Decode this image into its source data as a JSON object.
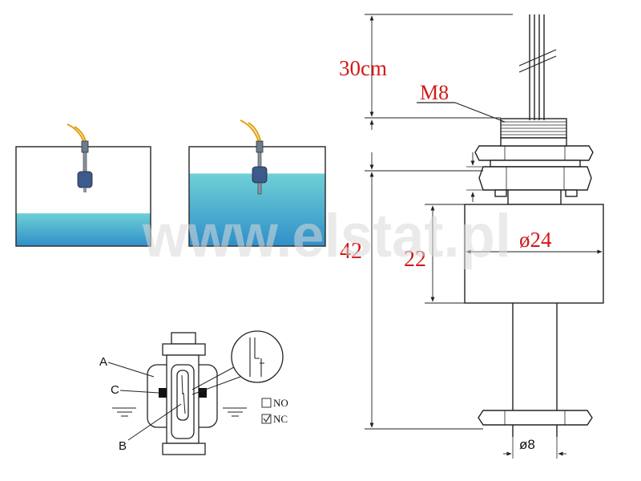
{
  "watermark": "www.elstat.pl",
  "dimensions": {
    "cable_length": "30cm",
    "thread": "M8",
    "total_height": "42",
    "float_height": "22",
    "float_diameter": "ø24",
    "stem_diameter": "ø8"
  },
  "detail": {
    "label_a": "A",
    "label_b": "B",
    "label_c": "C",
    "legend": [
      {
        "checked": false,
        "label": "NO"
      },
      {
        "checked": true,
        "label": "NC"
      }
    ]
  },
  "level_states": [
    {
      "water_level": 0.33
    },
    {
      "water_level": 0.73
    }
  ],
  "colors": {
    "water_top": "#6fd0d6",
    "water_bottom": "#2f8fc9",
    "dimension_text": "#d11a1a",
    "line": "#222222"
  },
  "icons": [
    "checkbox-empty-icon",
    "checkbox-checked-icon",
    "float-switch-icon"
  ]
}
